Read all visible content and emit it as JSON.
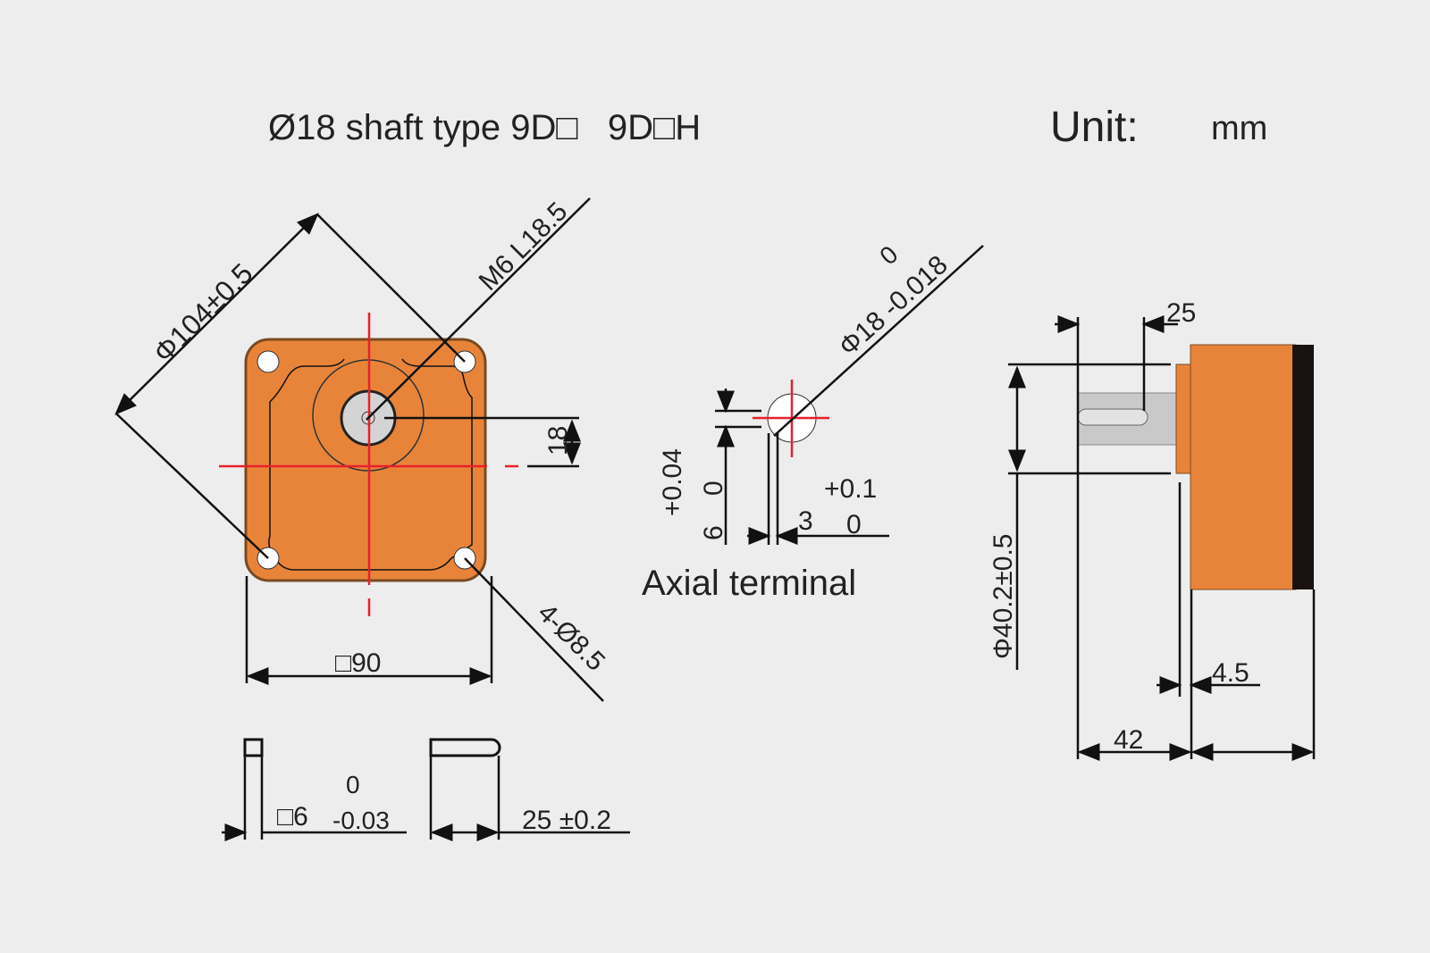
{
  "header": {
    "title": "Ø18 shaft type 9D□   9D□H",
    "unit_label": "Unit:",
    "unit_value": "mm"
  },
  "front_view": {
    "pcd": "Φ104±0.5",
    "thread": "M6 L18.5",
    "offset": "18",
    "square": "□90",
    "holes": "4-Ø8.5"
  },
  "axial_terminal": {
    "title": "Axial terminal",
    "diameter": "Φ18 -0.018",
    "diameter_upper_tol": "0",
    "width": "6",
    "width_lower_tol": "0",
    "width_upper_tol": "+0.04",
    "thickness": "3",
    "thickness_upper_tol": "+0.1",
    "thickness_lower_tol": "0"
  },
  "key": {
    "size": "□6",
    "size_upper_tol": "0",
    "size_lower_tol": "-0.03",
    "length": "25 ±0.2"
  },
  "side_view": {
    "shaft_length": "25",
    "pilot": "Φ40.2±0.5",
    "flange": "4.5",
    "body_offset": "42"
  },
  "colors": {
    "motor_body": "#e8843a",
    "background": "#ededed",
    "centerline": "#e8202a"
  }
}
